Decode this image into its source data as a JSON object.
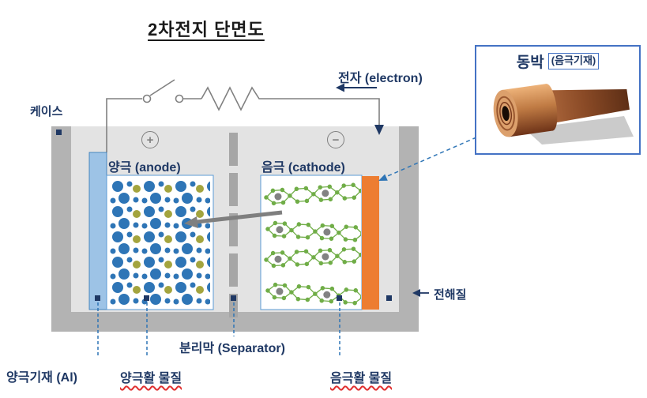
{
  "title": "2차전지 단면도",
  "labels": {
    "case": "케이스",
    "electron": "전자 (electron)",
    "anode": "양극 (anode)",
    "cathode": "음극 (cathode)",
    "plus": "+",
    "minus": "−",
    "separator": "분리막 (Separator)",
    "electrolyte": "전해질",
    "anode_substrate": "양극기재 (Al)",
    "anode_active_material": "양극활 물질",
    "cathode_active_material": "음극활 물질"
  },
  "inset": {
    "title": "동박",
    "subtitle": "(음극기재)",
    "photo": "copper-foil-roll"
  },
  "icons": {
    "electron_flow": "left-arrow",
    "current_into_cathode": "down-arrow",
    "ion_transfer": "thick-left-arrow",
    "circuit_elements": "switch, resistor"
  },
  "colors": {
    "label_navy": "#1F3864",
    "anode_foil_blue": "#9DC3E6",
    "cathode_foil_orange": "#ED7D31",
    "active_particle_blue": "#2E75B6",
    "particle_olive": "#A3A43E",
    "graphite_green": "#70AD47",
    "case_gray": "#B3B3B3",
    "electrolyte_gray": "#E3E3E3",
    "wire_gray": "#808080",
    "inset_border_blue": "#4472C4",
    "spellcheck_red": "#E03030"
  }
}
